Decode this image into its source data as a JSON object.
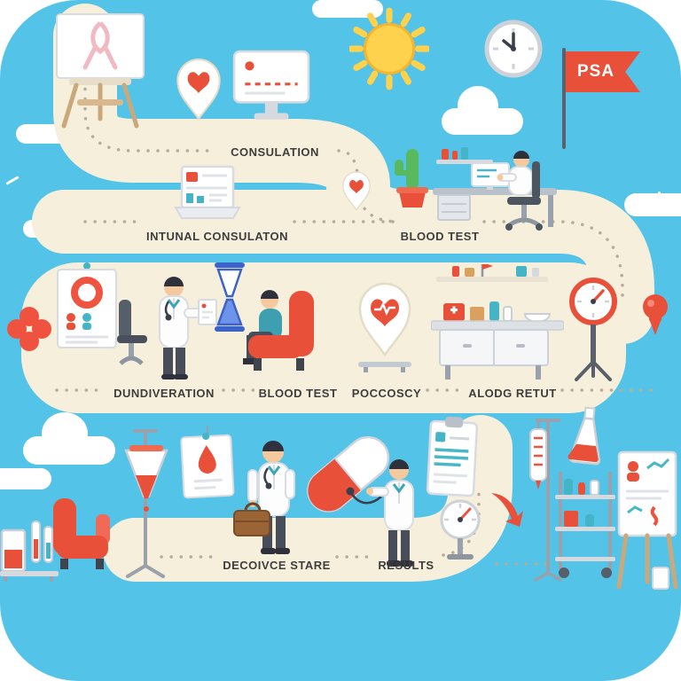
{
  "theme": {
    "sky": "#54c3e8",
    "path": "#f6efdb",
    "dots": "#b5ac99",
    "accent_red": "#e8503a",
    "teal": "#45b4c6",
    "text": "#3e3e3e"
  },
  "stages": {
    "consultation": "CONSULATION",
    "initial_consultation": "INTUNAL CONSULATON",
    "blood_test_top": "BLOOD TEST",
    "dundiveration": "DUNDIVERATION",
    "blood_test_mid": "BLOOD TEST",
    "poccoscy": "POCCOSCY",
    "alodg_retut": "ALODG RETUT",
    "decoivce_stare": "DECOIVCE STARE",
    "results": "RESULTS"
  },
  "flag": {
    "label": "PSA"
  },
  "icons": [
    "awareness-ribbon-board",
    "heart-pin",
    "desktop-monitor-chart",
    "sun",
    "wall-clock",
    "psa-flag",
    "laptop-document",
    "doctor-at-desk",
    "cactus-pot",
    "wall-poster",
    "red-clover",
    "office-chair",
    "doctor-with-clipboard",
    "blue-hourglass",
    "patient-in-red-chair",
    "heart-pin-pulse",
    "lab-bench",
    "gauge-stand",
    "red-pushpin",
    "lab-glassware",
    "red-armchair",
    "iv-flask-stand",
    "blood-drop-poster",
    "doctor-with-briefcase",
    "giant-capsule",
    "doctor-with-stethoscope",
    "clipboard",
    "scale-gauge",
    "red-arrow-marker",
    "iv-drip-stand",
    "supply-cart",
    "erlenmeyer-flask",
    "easel-chart",
    "clouds"
  ]
}
